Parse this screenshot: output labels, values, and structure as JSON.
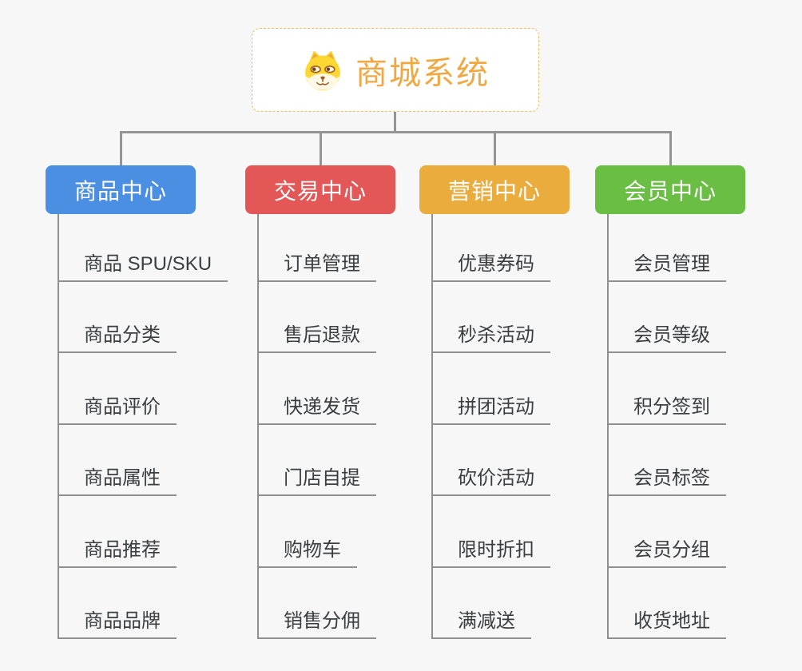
{
  "root": {
    "label": "商城系统",
    "icon": "dog-face-icon",
    "accent_color": "#f0a843",
    "border_color": "#f1bc60"
  },
  "branches": [
    {
      "label": "商品中心",
      "color": "#4b8fe2",
      "items": [
        "商品 SPU/SKU",
        "商品分类",
        "商品评价",
        "商品属性",
        "商品推荐",
        "商品品牌"
      ]
    },
    {
      "label": "交易中心",
      "color": "#e45757",
      "items": [
        "订单管理",
        "售后退款",
        "快递发货",
        "门店自提",
        "购物车",
        "销售分佣"
      ]
    },
    {
      "label": "营销中心",
      "color": "#eaac3d",
      "items": [
        "优惠券码",
        "秒杀活动",
        "拼团活动",
        "砍价活动",
        "限时折扣",
        "满减送"
      ]
    },
    {
      "label": "会员中心",
      "color": "#6abe44",
      "items": [
        "会员管理",
        "会员等级",
        "积分签到",
        "会员标签",
        "会员分组",
        "收货地址"
      ]
    }
  ],
  "connector_color": "#949494"
}
